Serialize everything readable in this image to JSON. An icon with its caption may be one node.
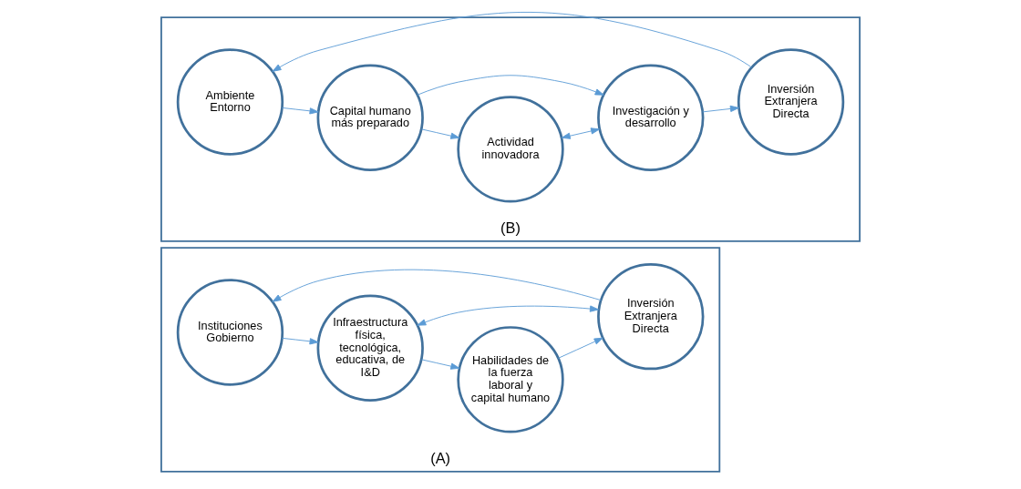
{
  "diagram": {
    "nodes": [
      {
        "text": [
          "(A)"
        ]
      },
      {
        "text": [
          "Instituciones Gobierno"
        ],
        "in": 0
      },
      {
        "text": [
          "Infraestructura física, tecnológica, educativa, de I&D"
        ],
        "in": 0
      },
      {
        "text": [
          "Habilidades de la fuerza laboral y capital humano"
        ],
        "in": 0
      },
      {
        "text": [
          "Inversión Extranjera Directa"
        ],
        "in": 0
      },
      {
        "text": [
          "(B)"
        ]
      },
      {
        "text": [
          "Ambiente Entorno"
        ],
        "in": 5
      },
      {
        "text": [
          "Capital humano más preparado"
        ],
        "in": 5
      },
      {
        "text": [
          "Actividad innovadora"
        ],
        "in": 5
      },
      {
        "text": [
          "Investigación y desarrollo"
        ],
        "in": 5
      },
      {
        "text": [
          "Inversión Extranjera Directa"
        ],
        "in": 5
      }
    ],
    "edges": [
      {
        "from": 1,
        "to": 2,
        "arrow": "to"
      },
      {
        "from": 2,
        "to": 3,
        "arrow": "to"
      },
      {
        "from": 3,
        "to": 4,
        "arrow": "to"
      },
      {
        "from": 4,
        "to": 1,
        "arrow": "to"
      },
      {
        "from": 2,
        "to": 4,
        "arrow": "both"
      },
      {
        "from": 6,
        "to": 7,
        "arrow": "to"
      },
      {
        "from": 7,
        "to": 8,
        "arrow": "to"
      },
      {
        "from": 7,
        "to": 9,
        "arrow": "to"
      },
      {
        "from": 8,
        "to": 9,
        "arrow": "both"
      },
      {
        "from": 9,
        "to": 10,
        "arrow": "to"
      },
      {
        "from": 10,
        "to": 6,
        "arrow": "to"
      }
    ]
  }
}
